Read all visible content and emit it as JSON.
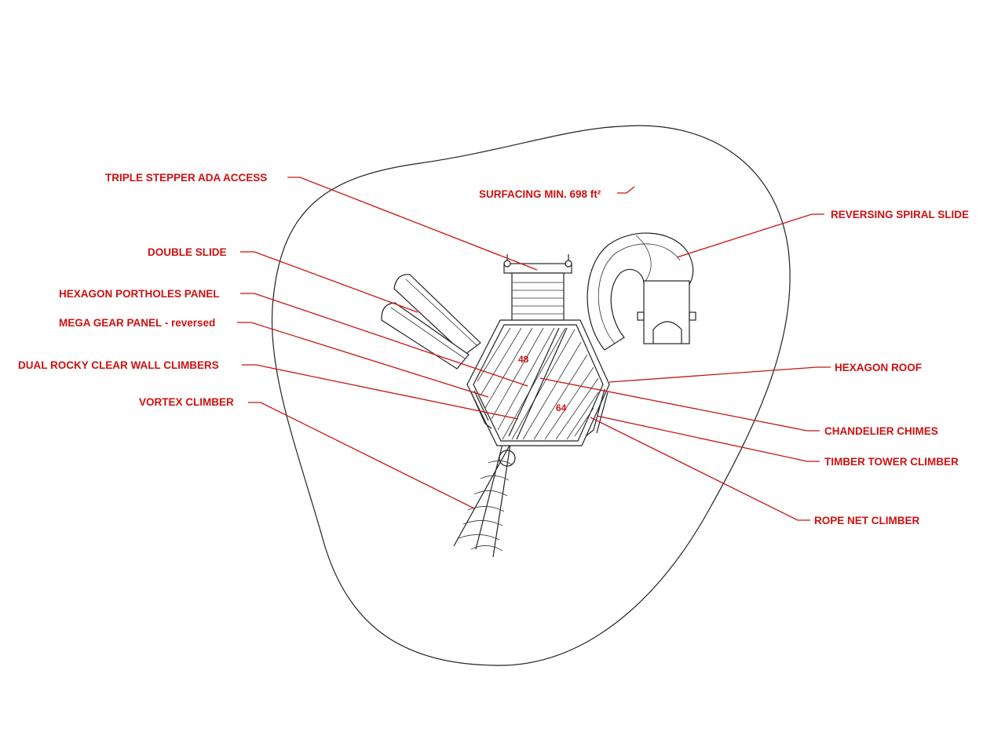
{
  "diagram": {
    "colors": {
      "label": "#d01010",
      "leader": "#c81414",
      "ink": "#222222"
    },
    "surfacing_label": "SURFACING MIN. 698 ft²",
    "deck_heights": [
      "48",
      "64"
    ],
    "labels": {
      "triple_stepper": "TRIPLE STEPPER ADA ACCESS",
      "double_slide": "DOUBLE SLIDE",
      "hexagon_portholes": "HEXAGON PORTHOLES PANEL",
      "mega_gear": "MEGA GEAR PANEL - reversed",
      "dual_rocky": "DUAL ROCKY CLEAR WALL CLIMBERS",
      "vortex": "VORTEX CLIMBER",
      "reversing_spiral": "REVERSING SPIRAL SLIDE",
      "hexagon_roof": "HEXAGON ROOF",
      "chandelier": "CHANDELIER CHIMES",
      "timber_tower": "TIMBER TOWER CLIMBER",
      "rope_net": "ROPE NET CLIMBER"
    }
  }
}
